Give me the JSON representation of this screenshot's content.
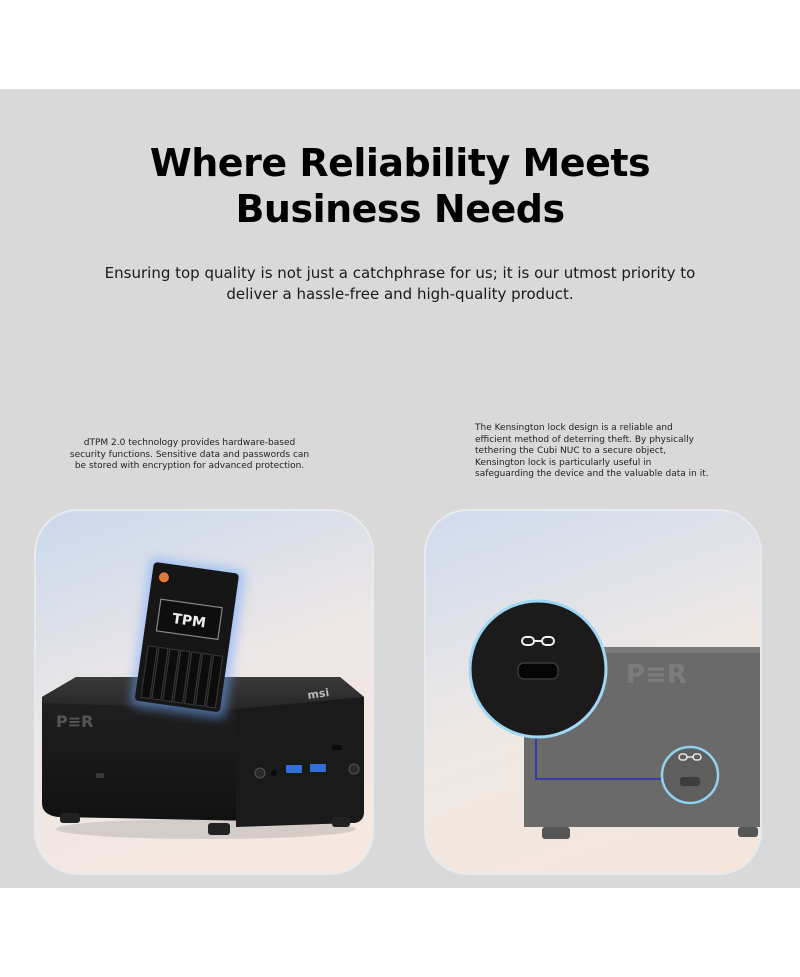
{
  "headline": {
    "line1": "Where Reliability Meets",
    "line2": "Business Needs"
  },
  "subline": {
    "line1": "Ensuring top quality is not just a catchphrase for us; it is our utmost priority to",
    "line2": "deliver a hassle-free and high-quality product."
  },
  "features": {
    "tpm": {
      "lines": [
        "dTPM 2.0 technology provides hardware-based",
        "security functions. Sensitive data and passwords can",
        "be stored with encryption for advanced protection."
      ],
      "chip_label": "TPM",
      "brand_mark": "P≡R",
      "side_logo": "msi"
    },
    "kensington": {
      "lines": [
        "The Kensington lock design is a reliable and",
        "efficient method of deterring theft. By physically",
        "tethering the Cubi NUC to a secure object,",
        "Kensington lock is particularly useful in",
        "safeguarding the device and the valuable data in it."
      ],
      "brand_mark": "P≡R"
    }
  },
  "colors": {
    "panel": "#d9d9d9",
    "device": "#1c1c1c",
    "accent_blue": "#3a8dde",
    "usb_blue": "#2f6fd6",
    "glow": "#6fa8ff"
  },
  "icons": [
    "tpm-chip-icon",
    "lock-chain-icon",
    "power-icon",
    "usb-port-icon"
  ]
}
